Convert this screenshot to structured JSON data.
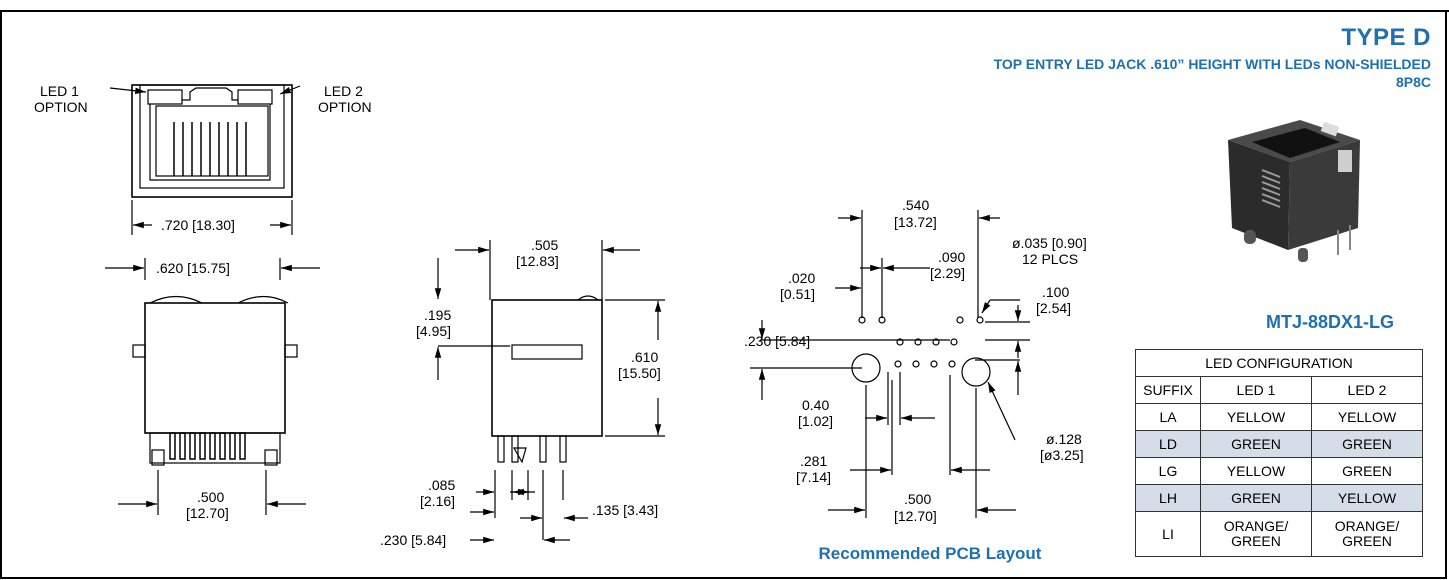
{
  "header": {
    "type_title": "TYPE D",
    "subtitle": "TOP ENTRY LED JACK .610” HEIGHT  WITH LEDs NON-SHIELDED",
    "contact_code": "8P8C"
  },
  "product": {
    "part_number": "MTJ-88DX1-LG"
  },
  "front_view": {
    "led1_line1": "LED 1",
    "led1_line2": "OPTION",
    "led2_line1": "LED 2",
    "led2_line2": "OPTION",
    "width_dim": ".720 [18.30]"
  },
  "bottom_view": {
    "top_width_dim": ".620 [15.75]",
    "pin_span_dim_1": ".500",
    "pin_span_dim_2": "[12.70]"
  },
  "side_view": {
    "depth_dim_1": ".505",
    "depth_dim_2": "[12.83]",
    "led_offset_dim_1": ".195",
    "led_offset_dim_2": "[4.95]",
    "height_dim_1": ".610",
    "height_dim_2": "[15.50]",
    "pin_spacing_a_1": ".085",
    "pin_spacing_a_2": "[2.16]",
    "pin_spacing_b": ".135 [3.43]",
    "pin_spacing_c": ".230 [5.84]"
  },
  "pcb_layout": {
    "caption": "Recommended PCB Layout",
    "dim_540_1": ".540",
    "dim_540_2": "[13.72]",
    "dim_090_1": ".090",
    "dim_090_2": "[2.29]",
    "dim_020_1": ".020",
    "dim_020_2": "[0.51]",
    "hole_dia_1": "ø.035 [0.90]",
    "hole_dia_2": "12 PLCS",
    "dim_100_1": ".100",
    "dim_100_2": "[2.54]",
    "dim_230": ".230 [5.84]",
    "dim_040_1": "0.40",
    "dim_040_2": "[1.02]",
    "dim_281_1": ".281",
    "dim_281_2": "[7.14]",
    "peg_dia_1": "ø.128",
    "peg_dia_2": "[ø3.25]",
    "dim_500_1": ".500",
    "dim_500_2": "[12.70]"
  },
  "led_configuration": {
    "title": "LED  CONFIGURATION",
    "columns": [
      "SUFFIX",
      "LED 1",
      "LED 2"
    ],
    "rows": [
      [
        "LA",
        "YELLOW",
        "YELLOW"
      ],
      [
        "LD",
        "GREEN",
        "GREEN"
      ],
      [
        "LG",
        "YELLOW",
        "GREEN"
      ],
      [
        "LH",
        "GREEN",
        "YELLOW"
      ],
      [
        "LI",
        "ORANGE/ GREEN",
        "ORANGE/ GREEN"
      ]
    ],
    "shaded_rows": [
      1,
      3
    ],
    "shade_color": "#d5dde9"
  },
  "colors": {
    "accent": "#1f6fb2",
    "line": "#000000"
  }
}
